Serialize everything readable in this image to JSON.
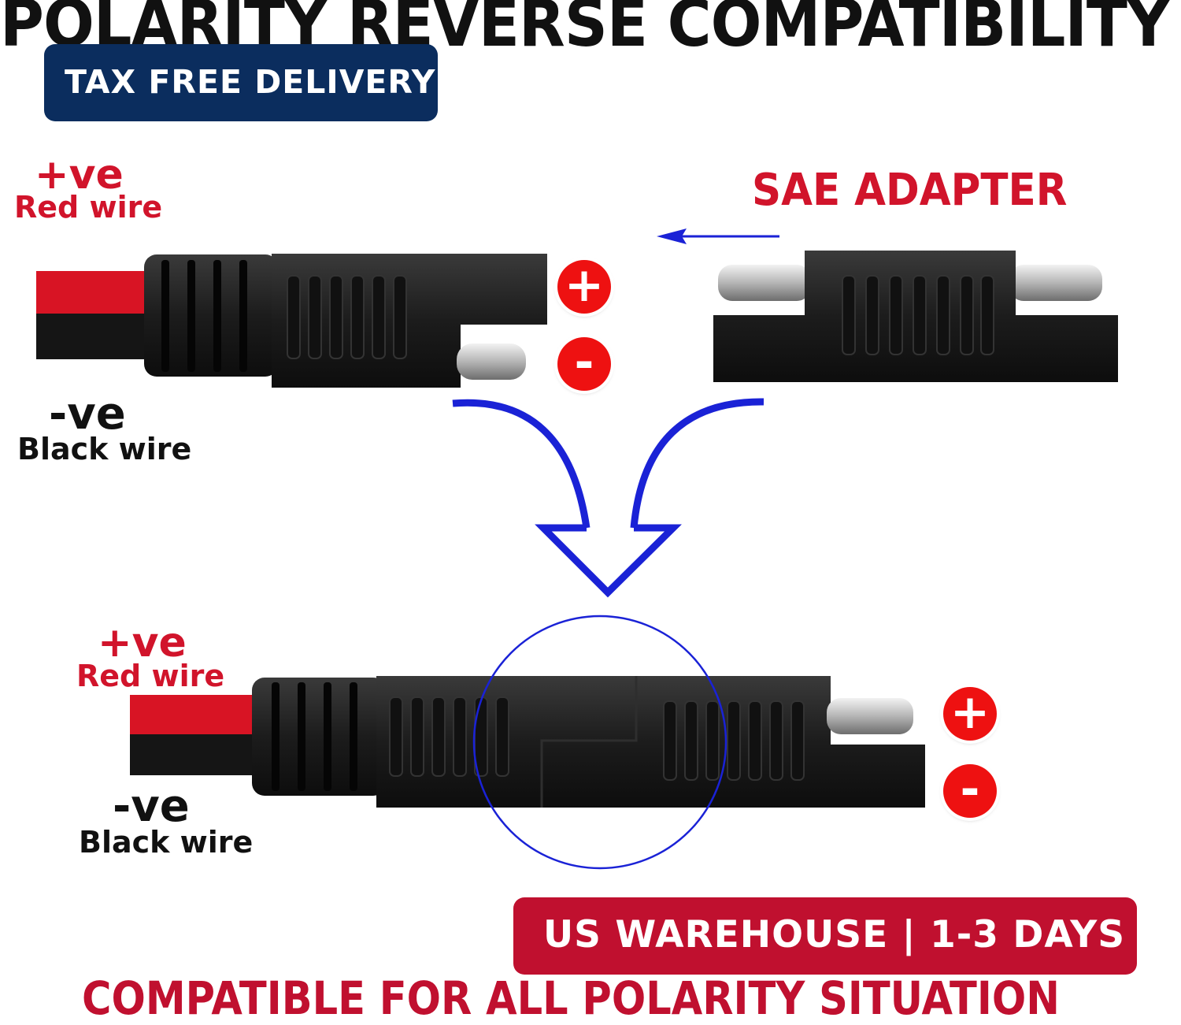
{
  "title": "POLARITY REVERSE COMPATIBILITY",
  "badges": {
    "top_left": "TAX FREE DELIVERY",
    "bottom_right": "US WAREHOUSE | 1-3 DAYS"
  },
  "top_connector": {
    "positive_label": "+ve",
    "positive_wire": "Red wire",
    "negative_label": "-ve",
    "negative_wire": "Black wire"
  },
  "adapter": {
    "label": "SAE ADAPTER"
  },
  "bottom_connector": {
    "positive_label": "+ve",
    "positive_wire": "Red wire",
    "negative_label": "-ve",
    "negative_wire": "Black wire"
  },
  "polarity_symbols": {
    "plus": "+",
    "minus": "-"
  },
  "footer": "COMPATIBLE FOR ALL POLARITY SITUATION",
  "colors": {
    "navy": "#0b2d5e",
    "brand_red": "#c0102f",
    "label_red": "#d1142b",
    "arrow_blue": "#1a22d6",
    "polarity_red": "#ee1111"
  }
}
